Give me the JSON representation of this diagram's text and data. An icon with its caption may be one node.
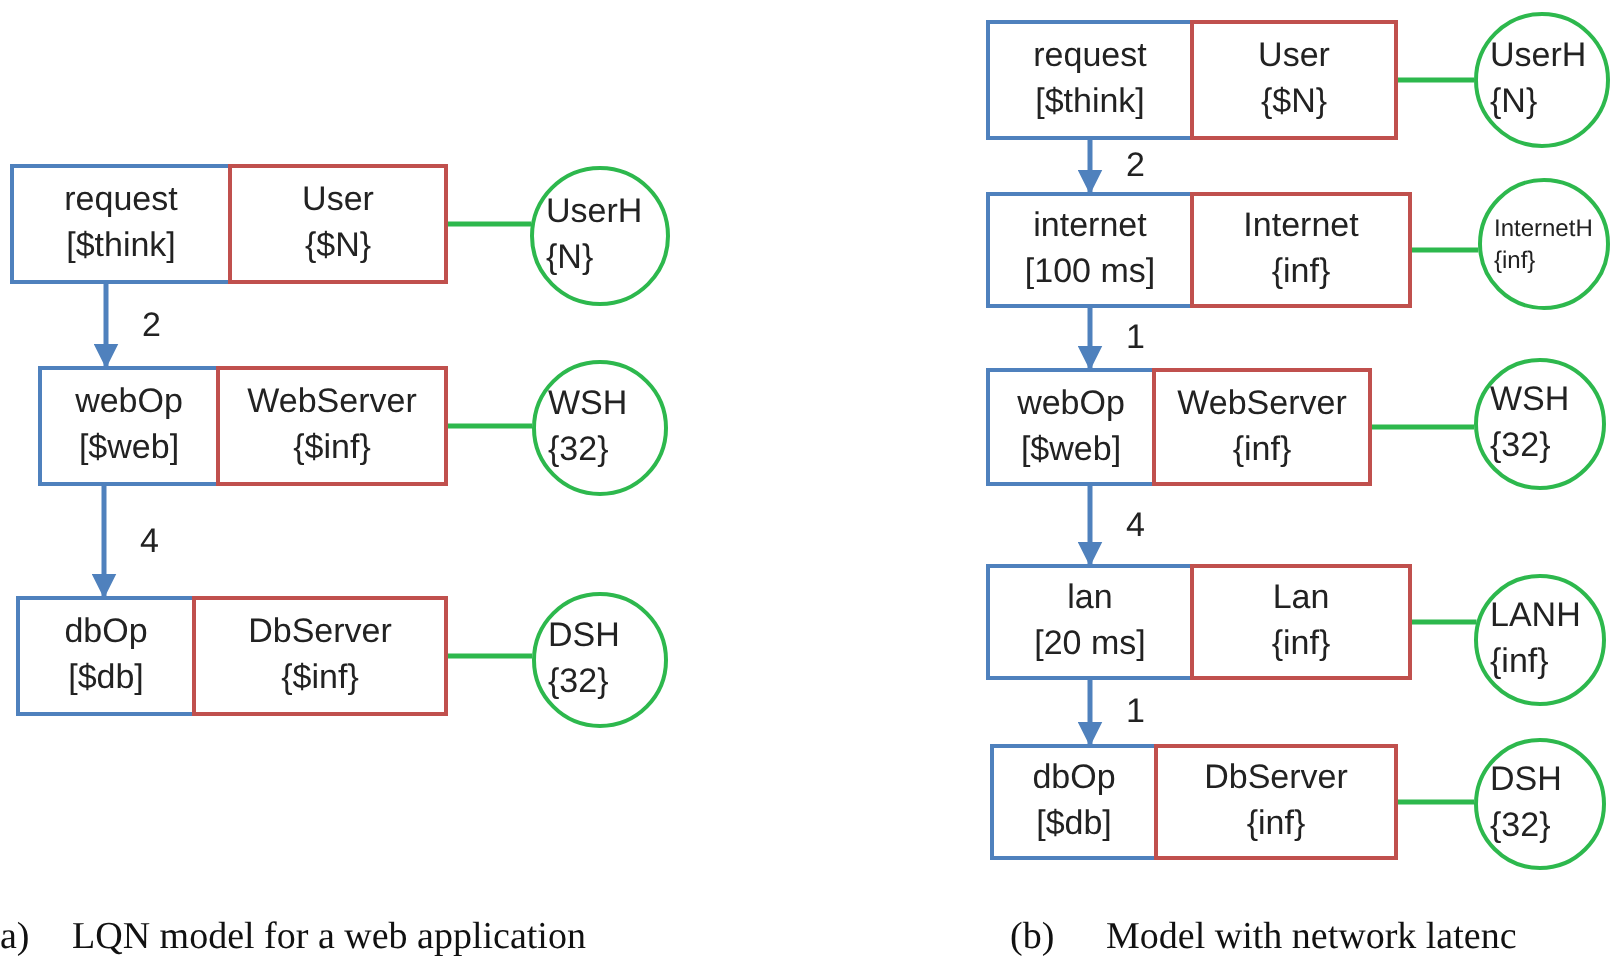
{
  "diagram": {
    "nodes": [
      {
        "text": [
          "request",
          "[$think]"
        ]
      },
      {
        "text": [
          "User",
          "{$N}"
        ]
      },
      {
        "text": [
          "UserH",
          "{N}"
        ]
      },
      {
        "text": [
          "webOp",
          "[$web]"
        ]
      },
      {
        "text": [
          "WebServer",
          "{$inf}"
        ]
      },
      {
        "text": [
          "WSH",
          "{32}"
        ]
      },
      {
        "text": [
          "dbOp",
          "[$db]"
        ]
      },
      {
        "text": [
          "DbServer",
          "{$inf}"
        ]
      },
      {
        "text": [
          "DSH",
          "{32}"
        ]
      },
      {
        "text": [
          "request",
          "[$think]"
        ]
      },
      {
        "text": [
          "User",
          "{$N}"
        ]
      },
      {
        "text": [
          "UserH",
          "{N}"
        ]
      },
      {
        "text": [
          "internet",
          "[100 ms]"
        ]
      },
      {
        "text": [
          "Internet",
          "{inf}"
        ]
      },
      {
        "text": [
          "InternetH",
          "{inf}"
        ]
      },
      {
        "text": [
          "webOp",
          "[$web]"
        ]
      },
      {
        "text": [
          "WebServer",
          "{inf}"
        ]
      },
      {
        "text": [
          "WSH",
          "{32}"
        ]
      },
      {
        "text": [
          "lan",
          "[20 ms]"
        ]
      },
      {
        "text": [
          "Lan",
          "{inf}"
        ]
      },
      {
        "text": [
          "LANH",
          "{inf}"
        ]
      },
      {
        "text": [
          "dbOp",
          "[$db]"
        ]
      },
      {
        "text": [
          "DbServer",
          "{inf}"
        ]
      },
      {
        "text": [
          "DSH",
          "{32}"
        ]
      }
    ],
    "edges": [
      {
        "from": 0,
        "to": 3,
        "arrow": "to",
        "label": "2",
        "color": "#4f81bd"
      },
      {
        "from": 3,
        "to": 6,
        "arrow": "to",
        "label": "4",
        "color": "#4f81bd"
      },
      {
        "from": 1,
        "to": 2,
        "arrow": "none"
      },
      {
        "from": 4,
        "to": 5,
        "arrow": "none"
      },
      {
        "from": 7,
        "to": 8,
        "arrow": "none"
      },
      {
        "from": 9,
        "to": 12,
        "arrow": "to",
        "label": "2",
        "color": "#4f81bd"
      },
      {
        "from": 12,
        "to": 15,
        "arrow": "to",
        "label": "1",
        "color": "#4f81bd"
      },
      {
        "from": 15,
        "to": 18,
        "arrow": "to",
        "label": "4",
        "color": "#4f81bd"
      },
      {
        "from": 18,
        "to": 21,
        "arrow": "to",
        "label": "1",
        "color": "#4f81bd"
      },
      {
        "from": 10,
        "to": 11,
        "arrow": "none"
      },
      {
        "from": 13,
        "to": 14,
        "arrow": "none"
      },
      {
        "from": 16,
        "to": 17,
        "arrow": "none"
      },
      {
        "from": 19,
        "to": 20,
        "arrow": "none"
      },
      {
        "from": 22,
        "to": 23,
        "arrow": "none"
      }
    ],
    "labels": [
      "a)",
      "LQN model for a web application",
      "(b)",
      "Model with network latenc"
    ]
  }
}
